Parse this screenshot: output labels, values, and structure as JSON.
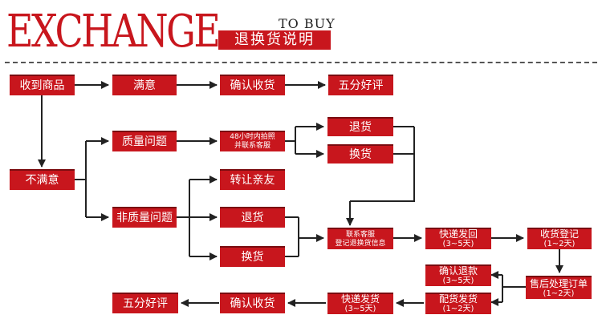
{
  "header": {
    "title": "EXCHANGE",
    "subtitle_en": "TO BUY",
    "subtitle_cn": "退换货说明"
  },
  "colors": {
    "box": "#c8161d",
    "line": "#222222"
  },
  "nodes": {
    "receive": "收到商品",
    "satisfied": "满意",
    "confirm_receipt_1": "确认收货",
    "five_star_1": "五分好评",
    "not_satisfied": "不满意",
    "quality_issue": "质量问题",
    "non_quality_issue": "非质量问题",
    "photo_line1": "48小时内拍照",
    "photo_line2": "并联系客服",
    "return_1": "退货",
    "exchange_1": "换货",
    "gift_friend": "转让亲友",
    "return_2": "退货",
    "exchange_2": "换货",
    "contact_line1": "联系客服",
    "contact_line2": "登记退换货信息",
    "ship_back": "快递发回",
    "ship_back_days": "(3~5天)",
    "receive_register": "收货登记",
    "receive_register_days": "(1~2天)",
    "confirm_refund": "确认退款",
    "confirm_refund_days": "(3~5天)",
    "after_sales": "售后处理订单",
    "after_sales_days": "(1~2天)",
    "reship": "配货发货",
    "reship_days": "(1~2天)",
    "express_ship": "快递发货",
    "express_ship_days": "(3~5天)",
    "confirm_receipt_2": "确认收货",
    "five_star_2": "五分好评"
  }
}
